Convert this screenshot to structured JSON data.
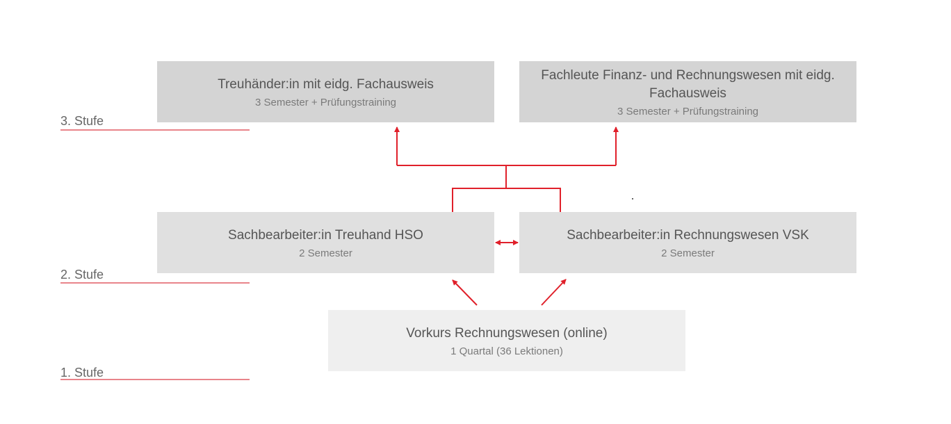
{
  "levels": [
    "3. Stufe",
    "2. Stufe",
    "1. Stufe"
  ],
  "boxes": {
    "treuhaender": {
      "title": "Treuhänder:in mit eidg. Fachausweis",
      "subtitle": "3 Semester + Prüfungstraining"
    },
    "fachleute": {
      "title": "Fachleute Finanz- und Rechnungswesen mit eidg. Fachausweis",
      "subtitle": "3 Semester + Prüfungstraining"
    },
    "sb_treuhand": {
      "title": "Sachbearbeiter:in Treuhand HSO",
      "subtitle": "2 Semester"
    },
    "sb_rw": {
      "title": "Sachbearbeiter:in Rechnungswesen VSK",
      "subtitle": "2 Semester"
    },
    "vorkurs": {
      "title": "Vorkurs Rechnungswesen (online)",
      "subtitle": "1 Quartal (36 Lektionen)"
    }
  },
  "colors": {
    "connector": "#e0202a",
    "level3": "#d4d4d4",
    "level2": "#e0e0e0",
    "level1": "#efefef"
  }
}
